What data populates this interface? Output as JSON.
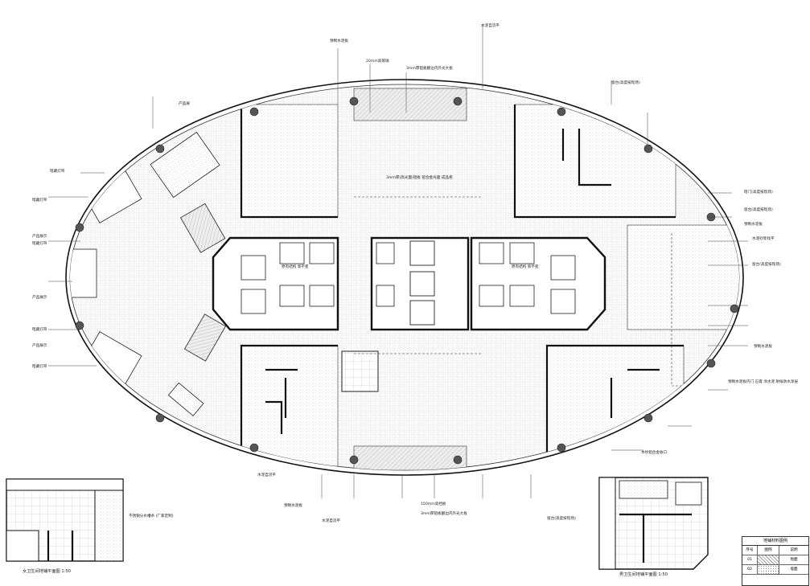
{
  "labels": {
    "top_a": "预制水泥板",
    "top_b": "3mm厚铝板翻边内外光大板",
    "top_c": "20mm高玻璃",
    "top_d": "水泥自流平",
    "right_a": "暗门(高度按现场)",
    "right_b": "窗台(高度按现场)",
    "right_c": "预制水泥板",
    "right_d": "水泥砂浆找平",
    "right_e": "预制水泥板",
    "right_f": "窗台(高度按现场)",
    "right_g": "窗台(高度按现场)",
    "right_h": "预制水泥板内门 石膏 涂水泥 耐候防水涂层",
    "left_a": "产品展",
    "left_b": "暗藏灯带",
    "left_c": "暗藏灯带",
    "left_d": "产品展示",
    "left_e": "暗藏灯带",
    "left_f": "产品展示",
    "left_g": "暗藏灯带",
    "left_h": "产品展示",
    "left_i": "暗藏灯带",
    "bottom_a": "水泥自流平",
    "bottom_b": "预制水泥板",
    "bottom_c": "水泥自流平",
    "bottom_d": "3mm厚铝板翻边内外光大板",
    "bottom_e": "150mm高挡板",
    "bottom_f": "窗台(高度按现场)",
    "bottom_g": "木纹铝合金收口",
    "core_a": "原有结构 新不变",
    "core_b": "原有结构 新不变",
    "center_note": "3mm厚(高光面)铝板 铝合金光面 成品柜"
  },
  "insets": {
    "left_note": "不锈钢分水槽条 (厂家定制)",
    "left_title": "男卫生间地铺平面图 1:50",
    "right_title": "女卫生间地铺平面图 1:50"
  },
  "legend": {
    "title": "地铺材料图例",
    "headers": [
      "序号",
      "图例",
      "说明"
    ],
    "rows": [
      [
        "01",
        "",
        "地面"
      ],
      [
        "02",
        "",
        "墙面"
      ]
    ]
  }
}
